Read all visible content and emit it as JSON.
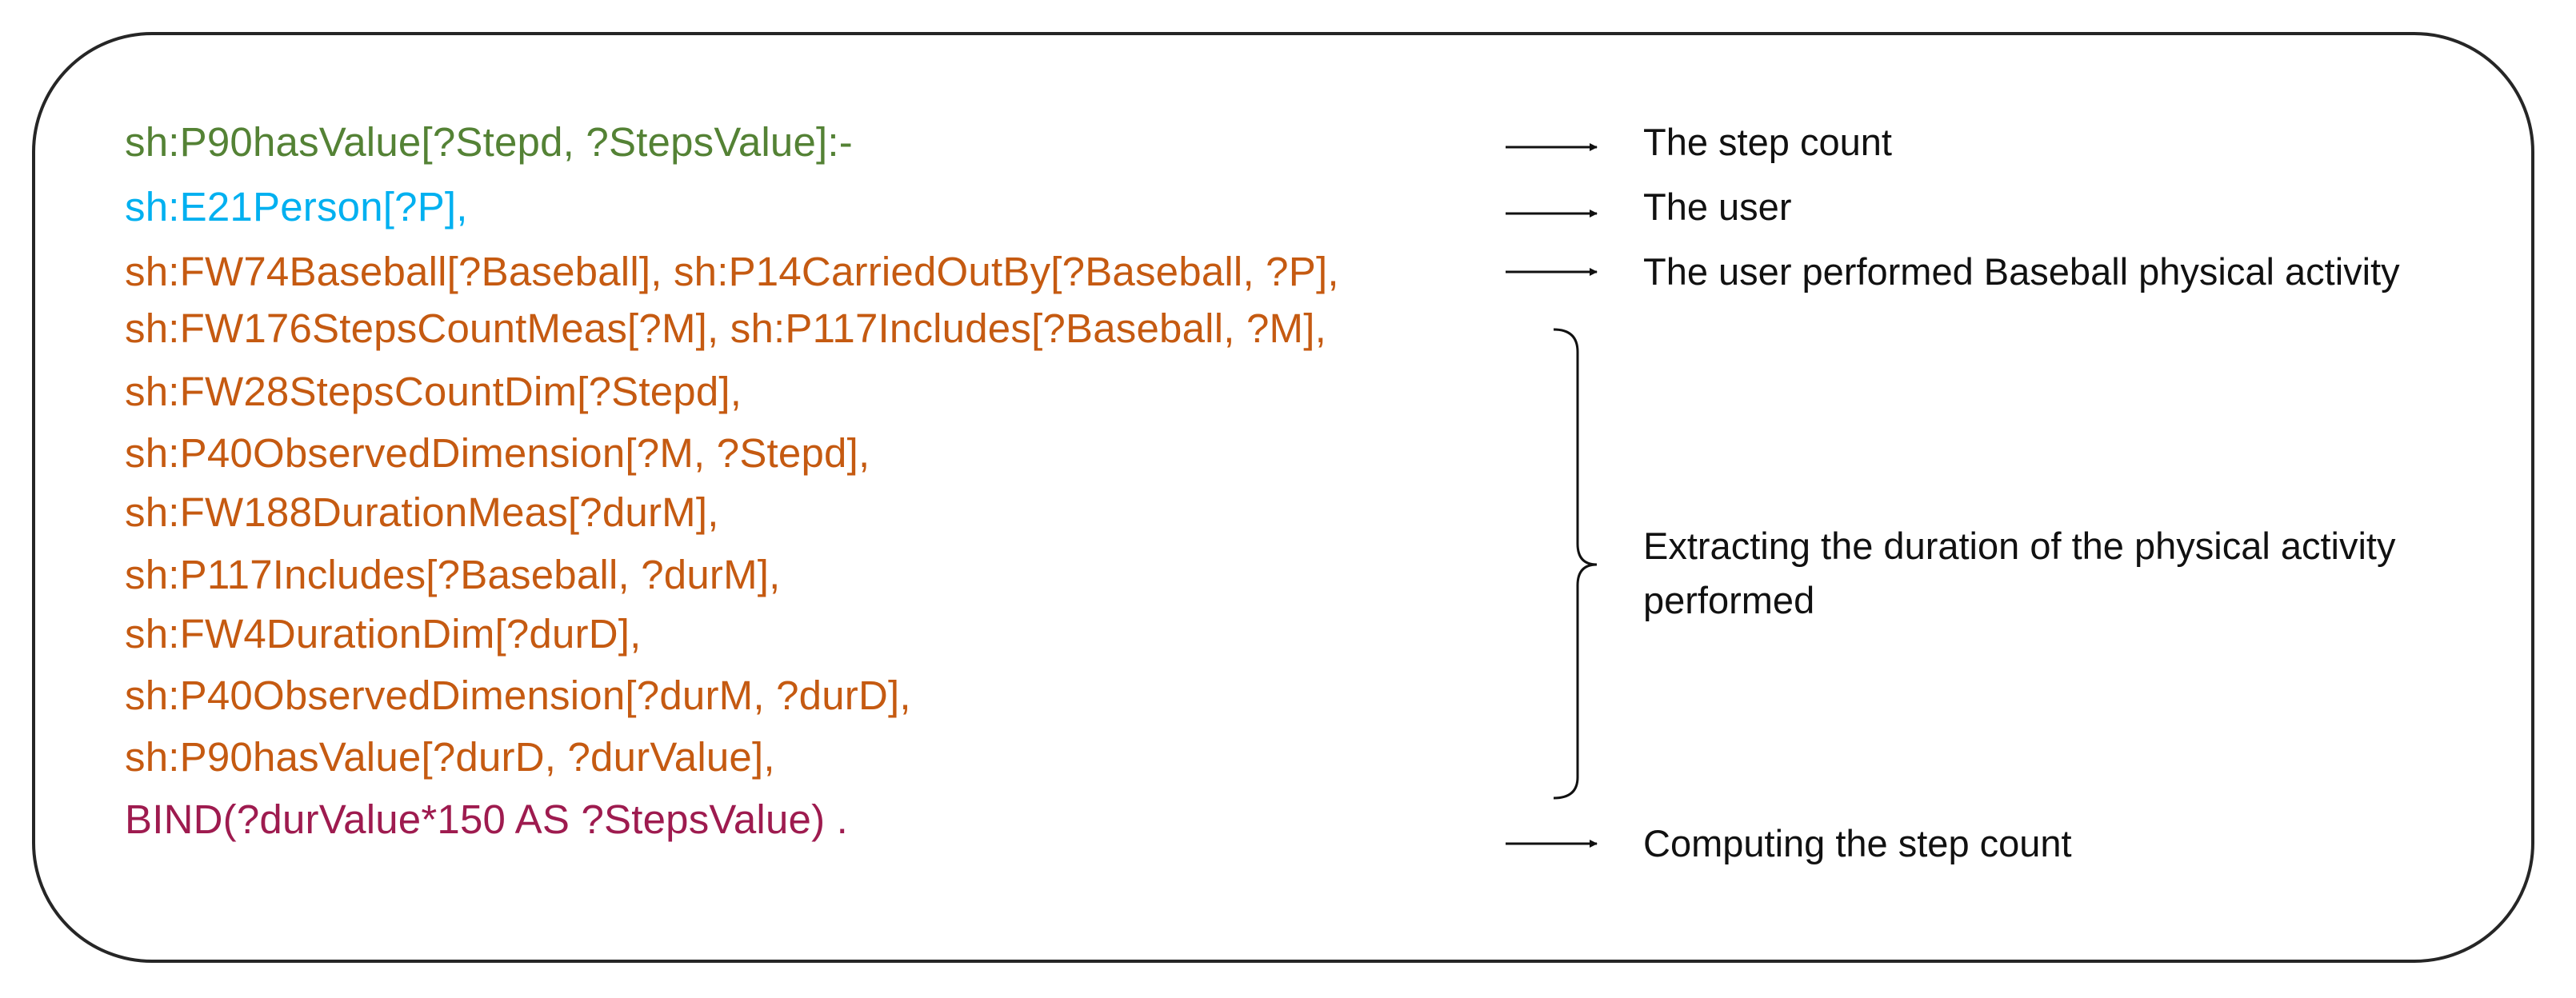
{
  "colors": {
    "head": "#548235",
    "type": "#00b0f0",
    "body": "#c55a11",
    "bind": "#9e1b4f",
    "text": "#111111",
    "frame": "#262626"
  },
  "rule": {
    "lines": [
      {
        "text": "sh:P90hasValue[?Stepd, ?StepsValue]:-",
        "color": "head"
      },
      {
        "text": "sh:E21Person[?P],",
        "color": "type"
      },
      {
        "text": "sh:FW74Baseball[?Baseball], sh:P14CarriedOutBy[?Baseball, ?P],",
        "color": "body"
      },
      {
        "text": "sh:FW176StepsCountMeas[?M], sh:P117Includes[?Baseball, ?M],",
        "color": "body"
      },
      {
        "text": "sh:FW28StepsCountDim[?Stepd],",
        "color": "body"
      },
      {
        "text": "sh:P40ObservedDimension[?M, ?Stepd],",
        "color": "body"
      },
      {
        "text": "sh:FW188DurationMeas[?durM],",
        "color": "body"
      },
      {
        "text": "sh:P117Includes[?Baseball, ?durM],",
        "color": "body"
      },
      {
        "text": "sh:FW4DurationDim[?durD],",
        "color": "body"
      },
      {
        "text": "sh:P40ObservedDimension[?durM, ?durD],",
        "color": "body"
      },
      {
        "text": "sh:P90hasValue[?durD, ?durValue],",
        "color": "body"
      },
      {
        "text": "BIND(?durValue*150 AS ?StepsValue) .",
        "color": "bind"
      }
    ]
  },
  "annotations": {
    "step_count": "The step count",
    "user": "The user",
    "performed": "The user performed Baseball physical activity",
    "duration_line1": "Extracting the duration of the physical activity",
    "duration_line2": "performed",
    "computing": "Computing the step count"
  }
}
